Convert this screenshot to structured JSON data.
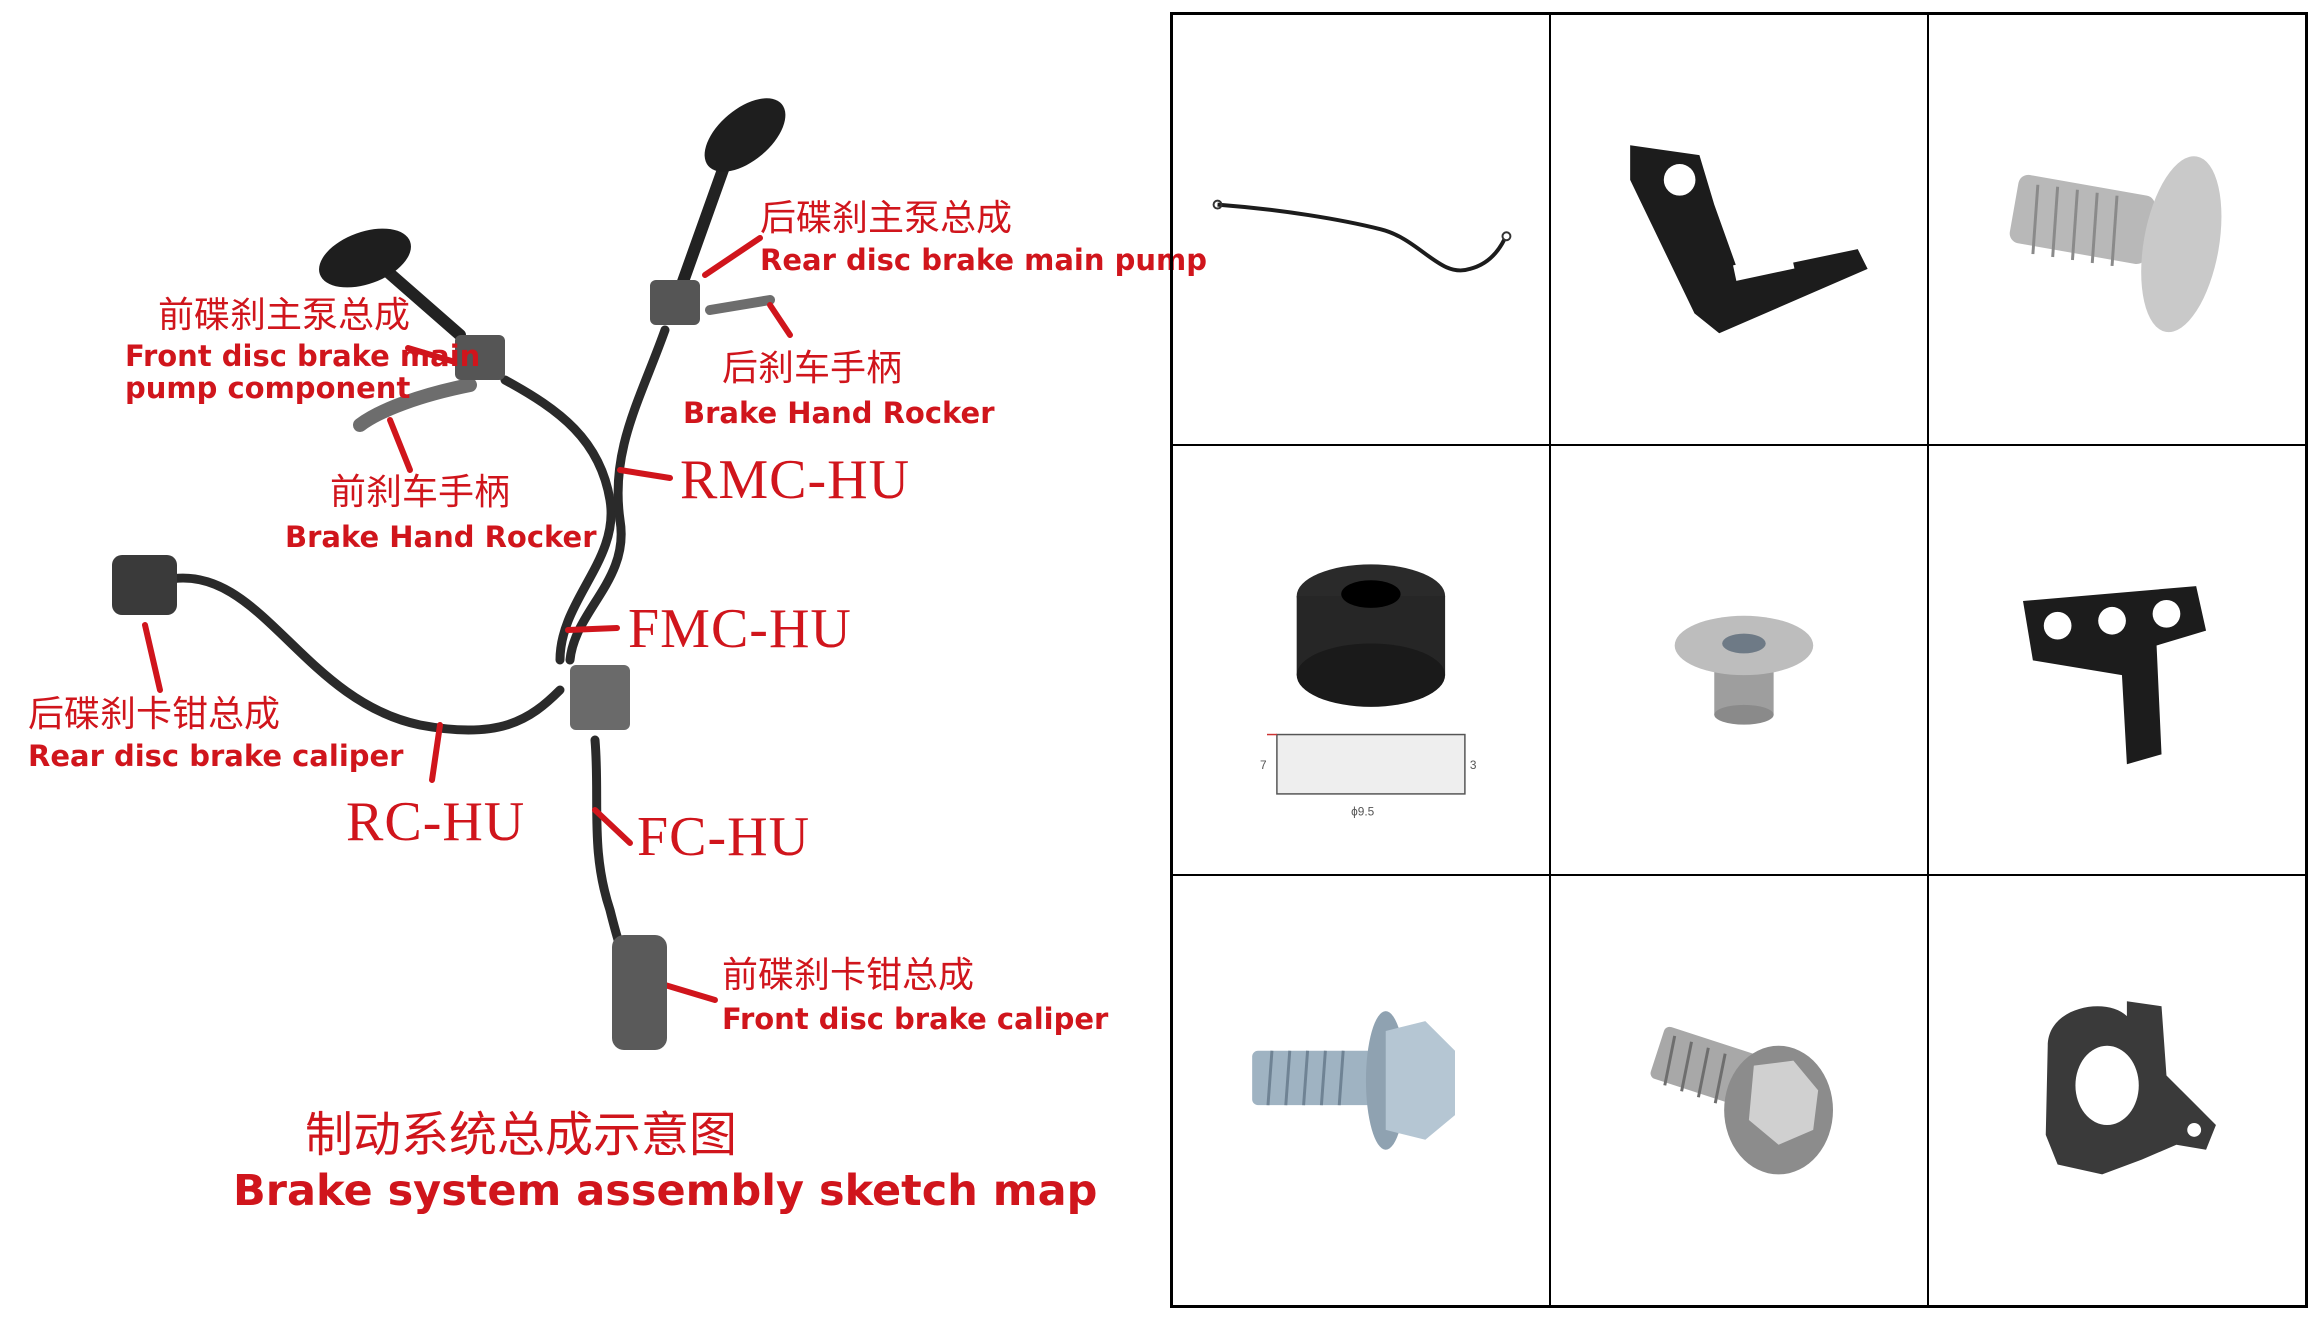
{
  "labels": {
    "rear_pump_cn": "后碟刹主泵总成",
    "rear_pump_en": "Rear disc brake main pump",
    "front_pump_cn": "前碟刹主泵总成",
    "front_pump_en_1": "Front disc brake main",
    "front_pump_en_2": "pump component",
    "rear_rocker_cn": "后刹车手柄",
    "rear_rocker_en": "Brake Hand Rocker",
    "front_rocker_cn": "前刹车手柄",
    "front_rocker_en": "Brake Hand Rocker",
    "rmc": "RMC-HU",
    "fmc": "FMC-HU",
    "rear_caliper_cn": "后碟刹卡钳总成",
    "rear_caliper_en": "Rear disc brake caliper",
    "rc": "RC-HU",
    "fc": "FC-HU",
    "front_caliper_cn": "前碟刹卡钳总成",
    "front_caliper_en": "Front disc brake caliper",
    "title_cn": "制动系统总成示意图",
    "title_en": "Brake system assembly sketch map"
  },
  "grommet_dims": {
    "height": "7",
    "groove": "3",
    "diameter": "ϕ9.5"
  },
  "parts_grid": [
    "brake-hose-icon",
    "bracket-icon",
    "torx-screw-icon",
    "rubber-grommet-icon",
    "flanged-bushing-icon",
    "hinge-bracket-icon",
    "hex-flange-bolt-icon",
    "chrome-flange-bolt-icon",
    "hose-clip-icon"
  ],
  "colors": {
    "label": "#d0151c",
    "hose": "#2a2a2a",
    "part": "#1c1c1c",
    "metal": "#b8b8b8",
    "grid_border": "#000000"
  }
}
